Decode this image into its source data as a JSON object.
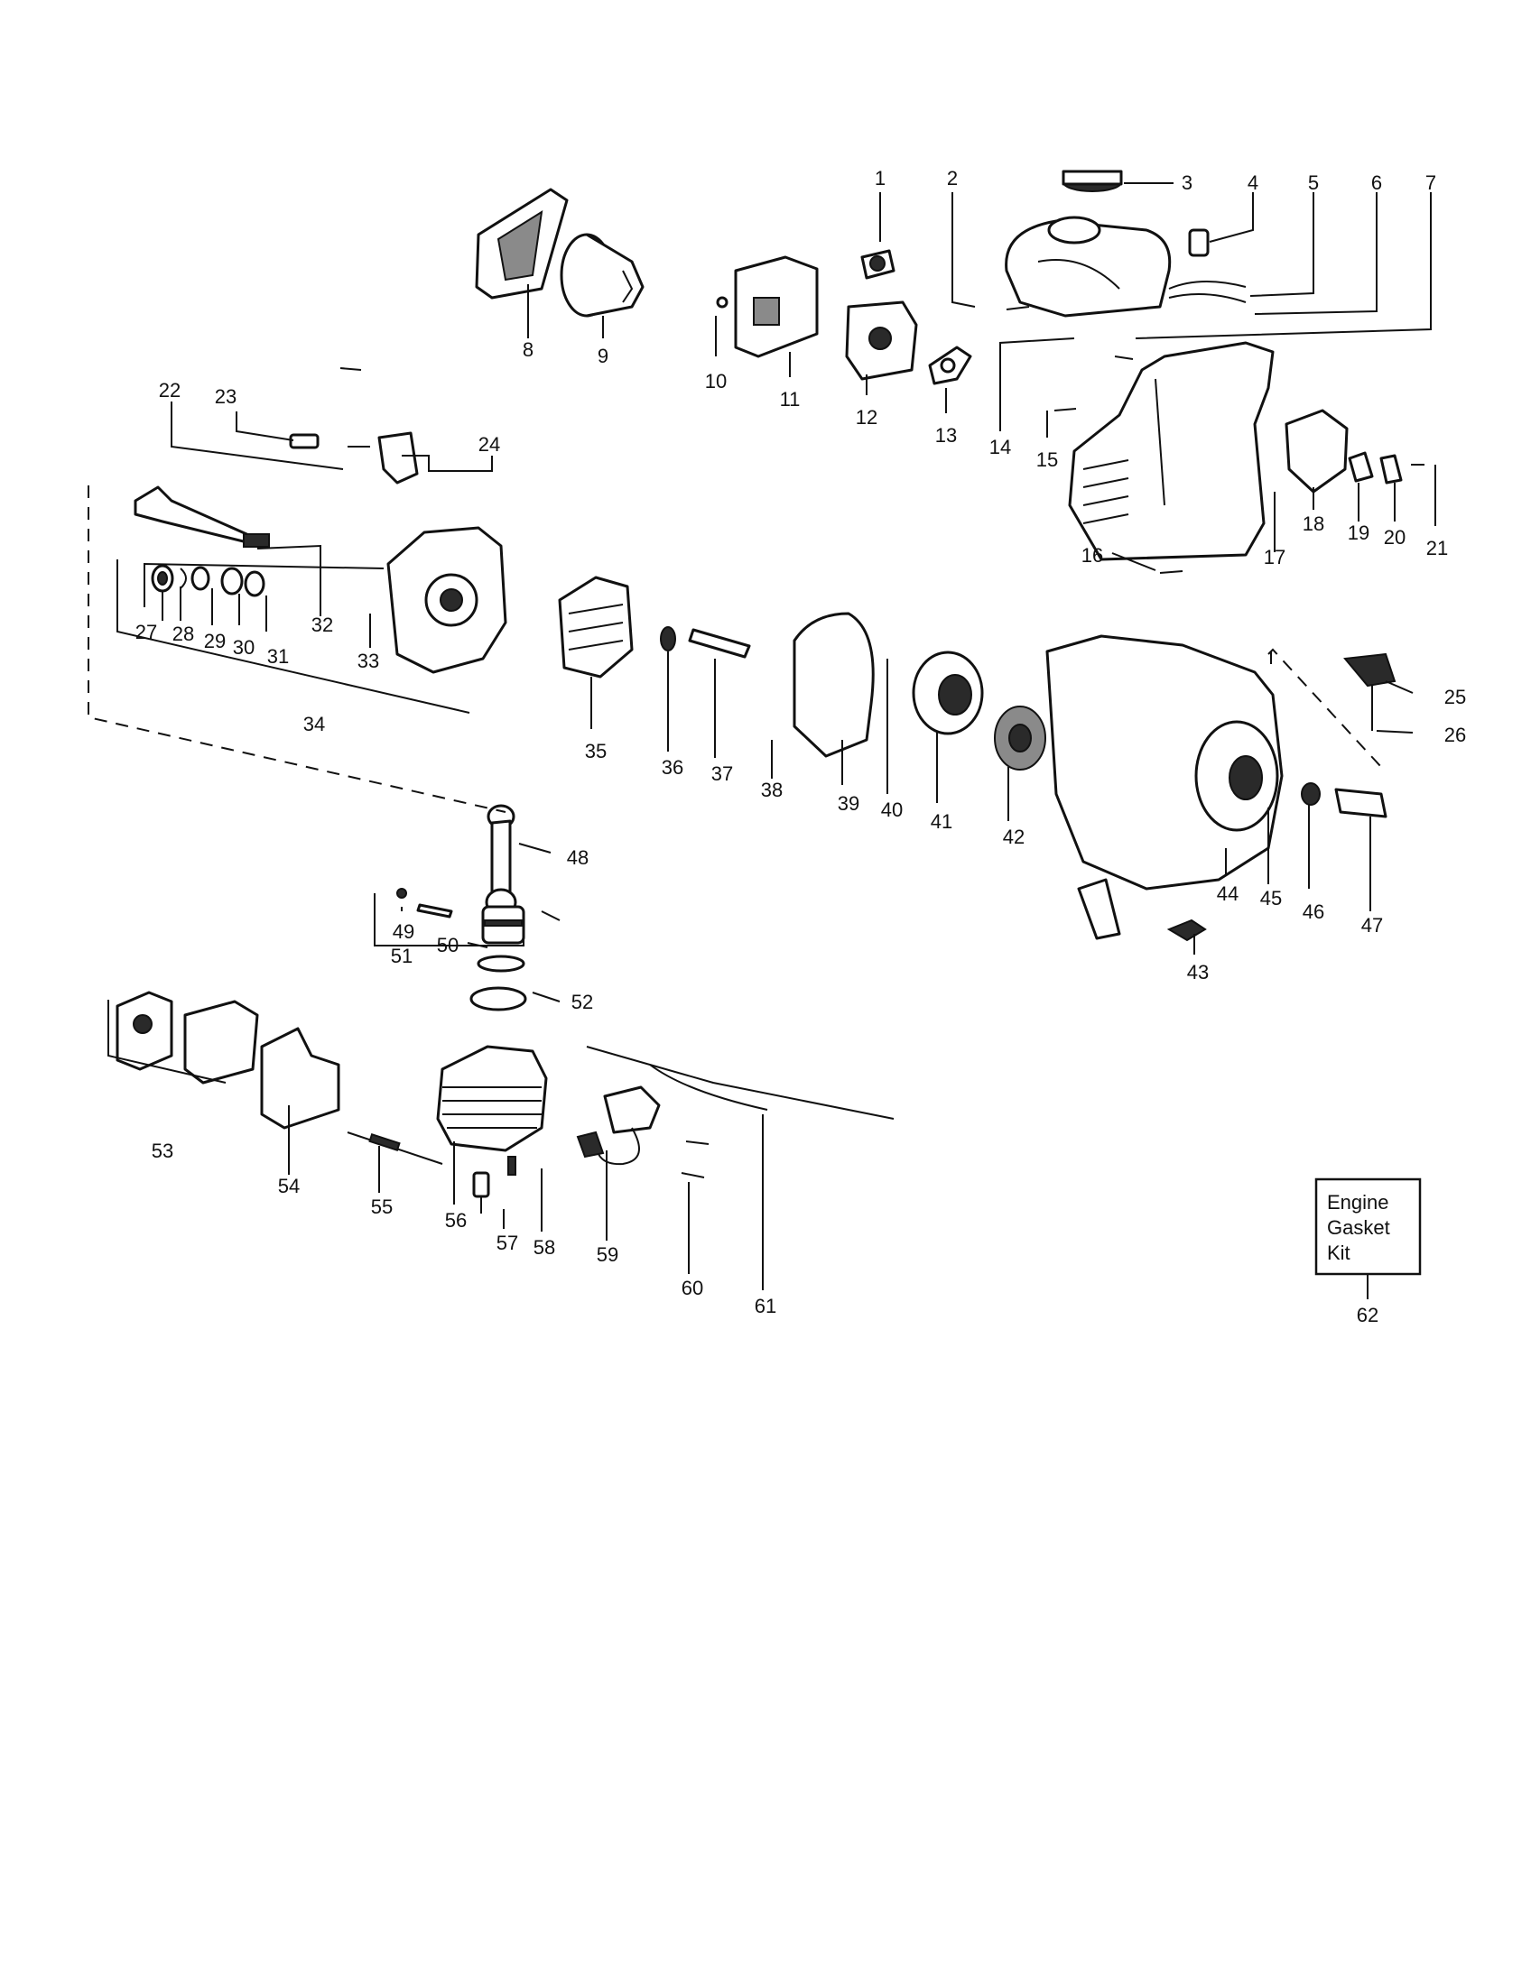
{
  "callouts": [
    "1",
    "2",
    "3",
    "4",
    "5",
    "6",
    "7",
    "8",
    "9",
    "10",
    "11",
    "12",
    "13",
    "14",
    "15",
    "16",
    "17",
    "18",
    "19",
    "20",
    "21",
    "22",
    "23",
    "24",
    "25",
    "26",
    "27",
    "28",
    "29",
    "30",
    "31",
    "32",
    "33",
    "34",
    "35",
    "36",
    "37",
    "38",
    "39",
    "40",
    "41",
    "42",
    "43",
    "44",
    "45",
    "46",
    "47",
    "48",
    "49",
    "50",
    "51",
    "52",
    "53",
    "54",
    "55",
    "56",
    "57",
    "58",
    "59",
    "60",
    "61",
    "62"
  ],
  "kit_box": {
    "line1": "Engine",
    "line2": "Gasket",
    "line3": "Kit",
    "number": "62"
  }
}
